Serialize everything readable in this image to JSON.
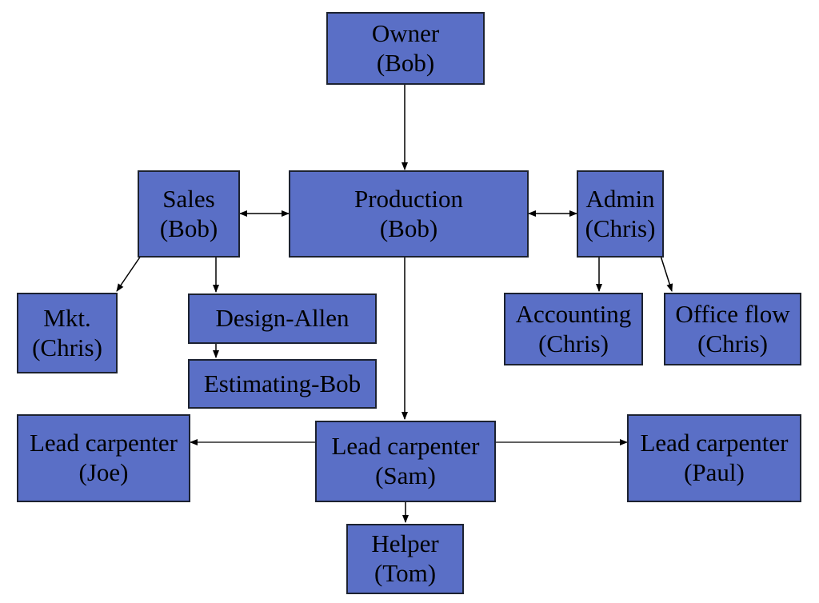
{
  "colors": {
    "node_fill": "#5a6fc6",
    "node_border": "#1c2230",
    "edge": "#000000",
    "background": "#ffffff"
  },
  "nodes": {
    "owner": {
      "line1": "Owner",
      "line2": "(Bob)"
    },
    "sales": {
      "line1": "Sales",
      "line2": "(Bob)"
    },
    "production": {
      "line1": "Production",
      "line2": "(Bob)"
    },
    "admin": {
      "line1": "Admin",
      "line2": "(Chris)"
    },
    "mkt": {
      "line1": "Mkt.",
      "line2": "(Chris)"
    },
    "design": {
      "line1": "Design-Allen"
    },
    "estimating": {
      "line1": "Estimating-Bob"
    },
    "accounting": {
      "line1": "Accounting",
      "line2": "(Chris)"
    },
    "office_flow": {
      "line1": "Office flow",
      "line2": "(Chris)"
    },
    "lead_joe": {
      "line1": "Lead carpenter",
      "line2": "(Joe)"
    },
    "lead_sam": {
      "line1": "Lead carpenter",
      "line2": "(Sam)"
    },
    "lead_paul": {
      "line1": "Lead carpenter",
      "line2": "(Paul)"
    },
    "helper": {
      "line1": "Helper",
      "line2": "(Tom)"
    }
  },
  "edges": [
    {
      "from": "owner",
      "to": "production",
      "type": "arrow"
    },
    {
      "from": "sales",
      "to": "production",
      "type": "double-arrow"
    },
    {
      "from": "production",
      "to": "admin",
      "type": "double-arrow"
    },
    {
      "from": "sales",
      "to": "mkt",
      "type": "arrow"
    },
    {
      "from": "sales",
      "to": "design",
      "type": "arrow"
    },
    {
      "from": "design",
      "to": "estimating",
      "type": "arrow"
    },
    {
      "from": "admin",
      "to": "accounting",
      "type": "arrow"
    },
    {
      "from": "admin",
      "to": "office_flow",
      "type": "arrow"
    },
    {
      "from": "production",
      "to": "lead_sam",
      "type": "arrow"
    },
    {
      "from": "lead_sam",
      "to": "lead_joe",
      "type": "arrow"
    },
    {
      "from": "lead_sam",
      "to": "lead_paul",
      "type": "arrow"
    },
    {
      "from": "lead_sam",
      "to": "helper",
      "type": "arrow"
    }
  ]
}
